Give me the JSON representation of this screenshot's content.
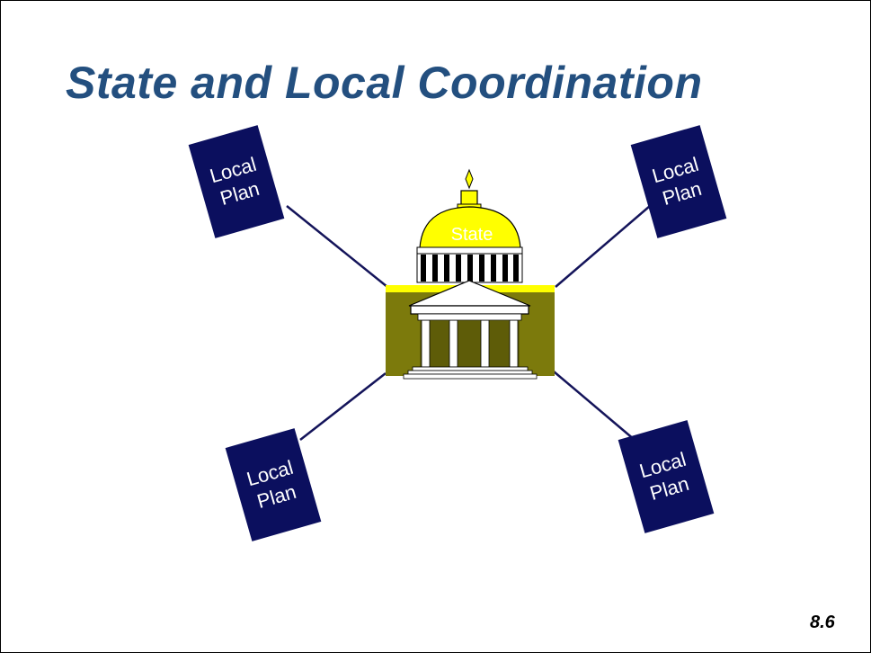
{
  "slide": {
    "title": "State and Local Coordination",
    "page_number": "8.6"
  },
  "center": {
    "label": "State"
  },
  "local_plans": [
    {
      "label": "Local\nPlan"
    },
    {
      "label": "Local\nPlan"
    },
    {
      "label": "Local\nPlan"
    },
    {
      "label": "Local\nPlan"
    }
  ],
  "colors": {
    "title": "#234f7f",
    "plan_box": "#0b0f5e",
    "plan_text": "#ffffff",
    "connector": "#14145a",
    "dome": "#ffff00",
    "building_wall": "#7c7a0c",
    "building_band": "#ffff00",
    "columns_dark": "#000000",
    "portico": "#ffffff",
    "page_number": "#000000"
  }
}
